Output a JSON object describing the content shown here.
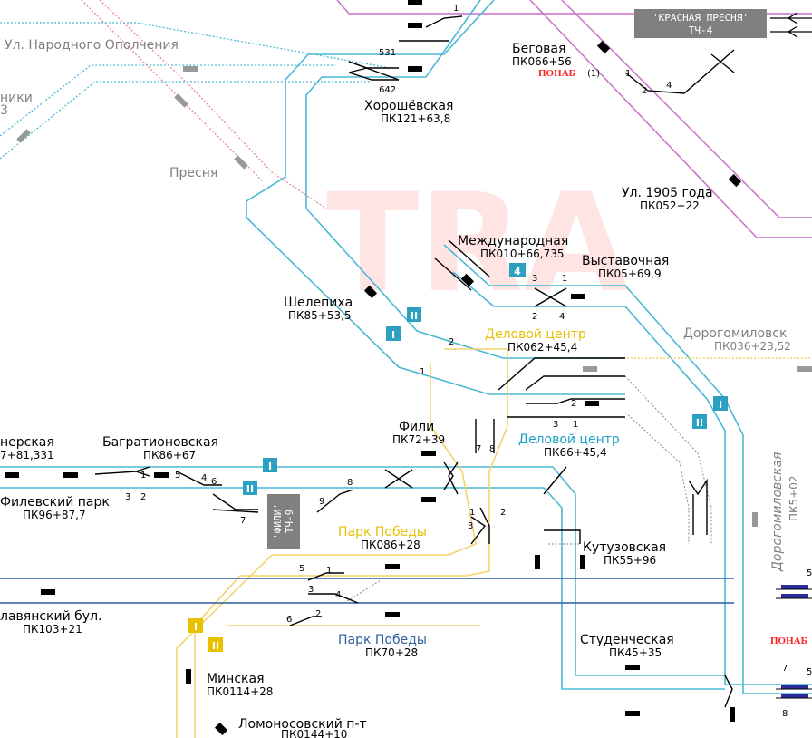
{
  "watermark": "TRA",
  "colors": {
    "cyan_line": "#4bb8d6",
    "yellow_line": "#f2d36b",
    "pink_line": "#c870c8",
    "grey_line": "#9a9a9a",
    "blue_line": "#2c5aa0",
    "depot_bg": "#808080",
    "track_tag_cyan": "#2ba0c0",
    "track_tag_yellow": "#e8c100"
  },
  "depots": {
    "krasnaya_presnya": {
      "line1": "'КРАСНАЯ ПРЕСНЯ'",
      "line2": "ТЧ-4"
    },
    "fili": {
      "line1": "'ФИЛИ'",
      "line2": "ТЧ-9"
    }
  },
  "stations": {
    "narodnogo_opolcheniya": {
      "name": "Ул. Народного Ополчения"
    },
    "niki_partial": {
      "name": "ники",
      "sub": "3"
    },
    "presnya": {
      "name": "Пресня"
    },
    "begovaya": {
      "name": "Беговая",
      "pk": "ПК066+56",
      "ponab": "ПОНАБ",
      "ponab_count": "(1)"
    },
    "khoroshevskaya": {
      "name": "Хорошёвская",
      "pk": "ПК121+63,8"
    },
    "ul1905": {
      "name": "Ул. 1905 года",
      "pk": "ПК052+22"
    },
    "mezhdunarodnaya": {
      "name": "Международная",
      "pk": "ПК010+66,735"
    },
    "vystavochnaya": {
      "name": "Выставочная",
      "pk": "ПК05+69,9"
    },
    "shelepikha": {
      "name": "Шелепиха",
      "pk": "ПК85+53,5"
    },
    "delovoy_yellow": {
      "name": "Деловой центр",
      "pk": "ПК062+45,4"
    },
    "dorogomilovskaya_top": {
      "name": "Дорогомиловск",
      "pk": "ПК036+23,52"
    },
    "fili": {
      "name": "Фили",
      "pk": "ПК72+39"
    },
    "delovoy_cyan": {
      "name": "Деловой центр",
      "pk": "ПК66+45,4"
    },
    "partial_left": {
      "name": "нерская",
      "pk": "7+81,331"
    },
    "bagrationovskaya": {
      "name": "Багратионовская",
      "pk": "ПК86+67"
    },
    "filevsky_park": {
      "name": "Филевский парк",
      "pk": "ПК96+87,7"
    },
    "park_pobedy_yellow": {
      "name": "Парк Победы",
      "pk": "ПК086+28"
    },
    "kutuzovskaya": {
      "name": "Кутузовская",
      "pk": "ПК55+96"
    },
    "dorogomilovskaya_vert": {
      "name": "Дорогомиловская",
      "pk": "ПК5+02"
    },
    "slavyansky": {
      "name": "лавянский бул.",
      "pk": "ПК103+21"
    },
    "park_pobedy_blue": {
      "name": "Парк Победы",
      "pk": "ПК70+28"
    },
    "studencheskaya": {
      "name": "Студенческая",
      "pk": "ПК45+35"
    },
    "minskaya": {
      "name": "Минская",
      "pk": "ПК0114+28"
    },
    "lomonosovsky": {
      "name": "Ломоносовский п-т",
      "pk": "ПК0144+10"
    },
    "ponab_right": {
      "name": "ПОНАБ"
    }
  },
  "track_tags": {
    "shelepikha_I": "I",
    "shelepikha_II": "II",
    "mezhd_4": "4",
    "delovoy_I": "I",
    "delovoy_II": "II",
    "bagr_I": "I",
    "bagr_II": "II",
    "minsk_I": "I",
    "minsk_II": "II"
  },
  "switch_numbers": {
    "n1a": "1",
    "n531": "531",
    "n642": "642",
    "n1b": "1",
    "n2a": "2",
    "n4a": "4",
    "n3a": "3",
    "n1c": "1",
    "n2b": "2",
    "n4b": "4",
    "n2c": "2",
    "n1d": "1",
    "n2d": "2",
    "n3b": "3",
    "n1e": "1",
    "n7": "7",
    "n8a": "8",
    "n1f": "1",
    "n5a": "5",
    "n4c": "4",
    "n6a": "6",
    "n3c": "3",
    "n2e": "2",
    "n8b": "8",
    "n9": "9",
    "n7b": "7",
    "n1g": "1",
    "n3d": "3",
    "n2f": "2",
    "n5b": "5",
    "n1h": "1",
    "n3e": "3",
    "n4d": "4",
    "n6b": "6",
    "n2g": "2",
    "n7c": "7",
    "n8c": "8",
    "n5c": "5",
    "n5d": "5"
  }
}
